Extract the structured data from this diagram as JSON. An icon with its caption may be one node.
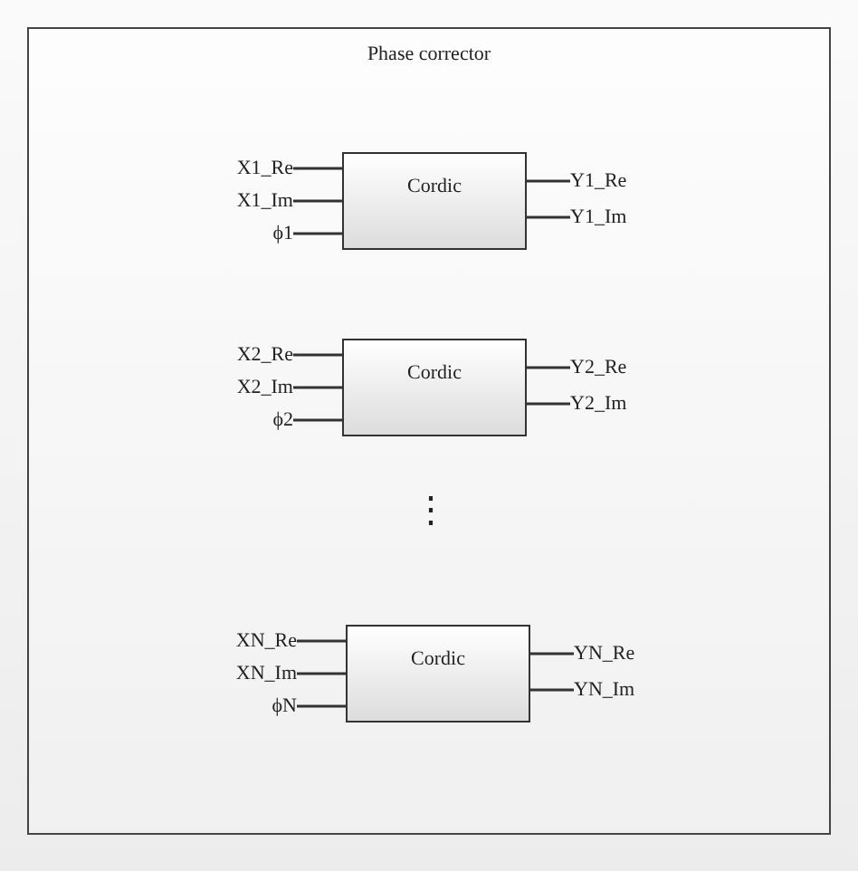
{
  "diagram": {
    "nodes": [
      {
        "text": [
          "Phase corrector"
        ]
      },
      {
        "text": [
          "Cordic"
        ],
        "in": 0
      },
      {
        "text": [
          "X1_Re"
        ],
        "in": 0
      },
      {
        "text": [
          "X1_Im"
        ],
        "in": 0
      },
      {
        "text": [
          "ϕ1"
        ],
        "in": 0
      },
      {
        "text": [
          "Y1_Re"
        ],
        "in": 0
      },
      {
        "text": [
          "Y1_Im"
        ],
        "in": 0
      },
      {
        "text": [
          "Cordic"
        ],
        "in": 0
      },
      {
        "text": [
          "X2_Re"
        ],
        "in": 0
      },
      {
        "text": [
          "X2_Im"
        ],
        "in": 0
      },
      {
        "text": [
          "ϕ2"
        ],
        "in": 0
      },
      {
        "text": [
          "Y2_Re"
        ],
        "in": 0
      },
      {
        "text": [
          "Y2_Im"
        ],
        "in": 0
      },
      {
        "text": [
          "Cordic"
        ],
        "in": 0
      },
      {
        "text": [
          "XN_Re"
        ],
        "in": 0
      },
      {
        "text": [
          "XN_Im"
        ],
        "in": 0
      },
      {
        "text": [
          "ϕN"
        ],
        "in": 0
      },
      {
        "text": [
          "YN_Re"
        ],
        "in": 0
      },
      {
        "text": [
          "YN_Im"
        ],
        "in": 0
      }
    ],
    "edges": [
      {
        "from": 2,
        "to": 1,
        "arrow": "none"
      },
      {
        "from": 3,
        "to": 1,
        "arrow": "none"
      },
      {
        "from": 4,
        "to": 1,
        "arrow": "none"
      },
      {
        "from": 1,
        "to": 5,
        "arrow": "none"
      },
      {
        "from": 1,
        "to": 6,
        "arrow": "none"
      },
      {
        "from": 8,
        "to": 7,
        "arrow": "none"
      },
      {
        "from": 9,
        "to": 7,
        "arrow": "none"
      },
      {
        "from": 10,
        "to": 7,
        "arrow": "none"
      },
      {
        "from": 7,
        "to": 11,
        "arrow": "none"
      },
      {
        "from": 7,
        "to": 12,
        "arrow": "none"
      },
      {
        "from": 14,
        "to": 13,
        "arrow": "none"
      },
      {
        "from": 15,
        "to": 13,
        "arrow": "none"
      },
      {
        "from": 16,
        "to": 13,
        "arrow": "none"
      },
      {
        "from": 13,
        "to": 17,
        "arrow": "none"
      },
      {
        "from": 13,
        "to": 18,
        "arrow": "none"
      }
    ],
    "labels": [
      "⋮"
    ]
  }
}
